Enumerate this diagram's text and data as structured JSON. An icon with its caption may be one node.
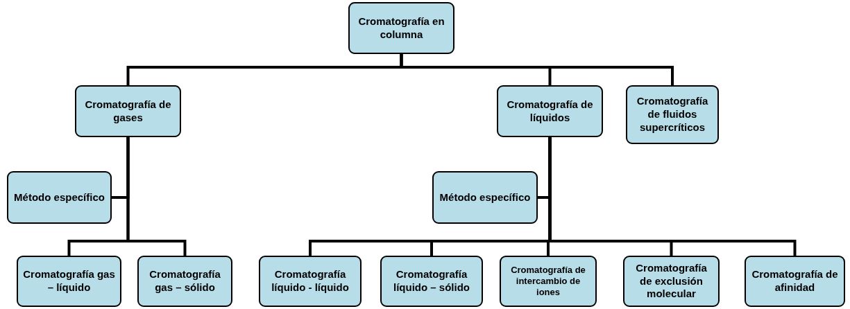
{
  "diagram": {
    "nodes": [
      {
        "text": [
          "Cromatografía en columna"
        ]
      },
      {
        "text": [
          "Cromatografía de gases"
        ]
      },
      {
        "text": [
          "Cromatografía de líquidos"
        ]
      },
      {
        "text": [
          "Cromatografía de fluidos supercríticos"
        ]
      },
      {
        "text": [
          "Método específico"
        ]
      },
      {
        "text": [
          "Método específico"
        ]
      },
      {
        "text": [
          "Cromatografía gas – líquido"
        ]
      },
      {
        "text": [
          "Cromatografía gas – sólido"
        ]
      },
      {
        "text": [
          "Cromatografía líquido - líquido"
        ]
      },
      {
        "text": [
          "Cromatografía líquido – sólido"
        ]
      },
      {
        "text": [
          "Cromatografía de intercambio de iones"
        ]
      },
      {
        "text": [
          "Cromatografía de exclusión molecular"
        ]
      },
      {
        "text": [
          "Cromatografía de afinidad"
        ]
      }
    ],
    "edges": [
      {
        "from": 0,
        "to": 1,
        "arrow": "none"
      },
      {
        "from": 0,
        "to": 2,
        "arrow": "none"
      },
      {
        "from": 0,
        "to": 3,
        "arrow": "none"
      },
      {
        "from": 1,
        "to": 4,
        "arrow": "none"
      },
      {
        "from": 1,
        "to": 6,
        "arrow": "none"
      },
      {
        "from": 1,
        "to": 7,
        "arrow": "none"
      },
      {
        "from": 2,
        "to": 5,
        "arrow": "none"
      },
      {
        "from": 2,
        "to": 8,
        "arrow": "none"
      },
      {
        "from": 2,
        "to": 9,
        "arrow": "none"
      },
      {
        "from": 2,
        "to": 10,
        "arrow": "none"
      },
      {
        "from": 2,
        "to": 11,
        "arrow": "none"
      },
      {
        "from": 2,
        "to": 12,
        "arrow": "none"
      }
    ]
  }
}
